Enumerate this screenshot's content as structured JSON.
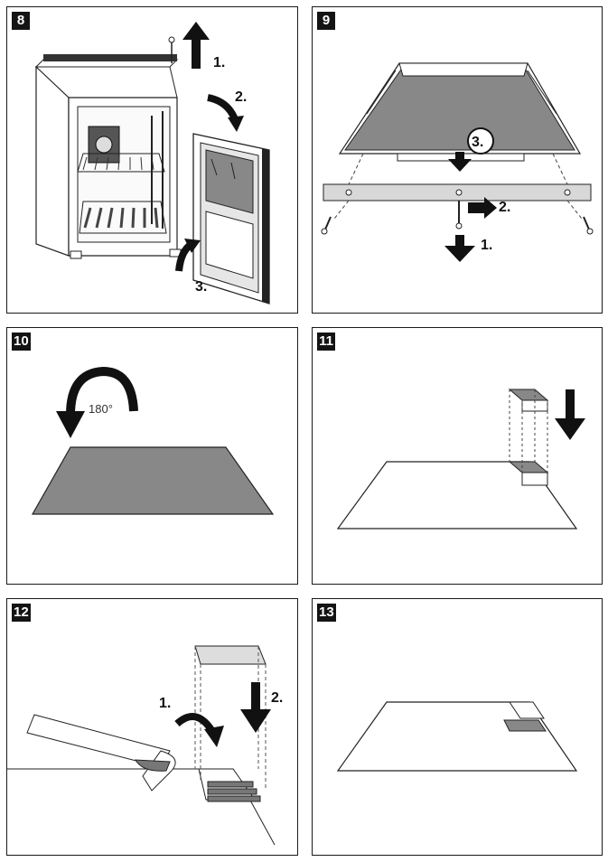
{
  "panels": [
    {
      "number": "8",
      "labels": [
        "1.",
        "2.",
        "3."
      ]
    },
    {
      "number": "9",
      "labels": [
        "1.",
        "2.",
        "3."
      ]
    },
    {
      "number": "10",
      "labels": [
        "180°"
      ]
    },
    {
      "number": "11",
      "labels": []
    },
    {
      "number": "12",
      "labels": [
        "1.",
        "2."
      ]
    },
    {
      "number": "13",
      "labels": []
    }
  ],
  "colors": {
    "panel_fill": "#8a8a8a",
    "outline": "#1a1a1a",
    "arrow": "#111111"
  }
}
